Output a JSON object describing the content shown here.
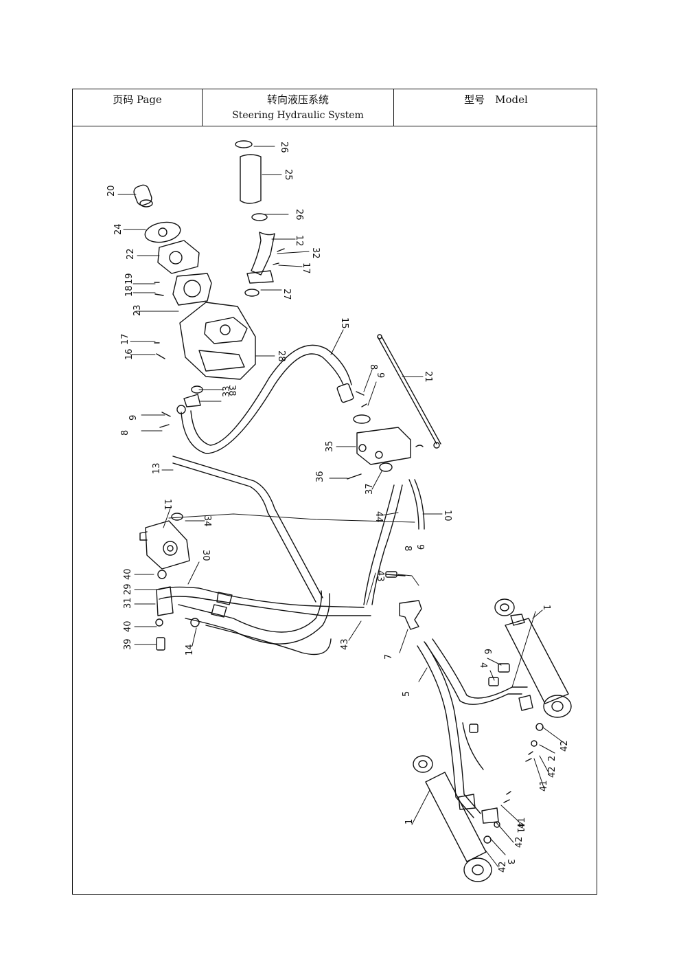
{
  "header": {
    "page_label": "页码 Page",
    "title_cn": "转向液压系统",
    "title_en": "Steering Hydraulic System",
    "model_label": "型号　Model"
  },
  "callouts": [
    "1",
    "1",
    "2",
    "3",
    "4",
    "5",
    "6",
    "7",
    "8",
    "8",
    "8",
    "9",
    "9",
    "9",
    "10",
    "11",
    "12",
    "13",
    "14",
    "15",
    "16",
    "17",
    "17",
    "18",
    "19",
    "20",
    "21",
    "22",
    "23",
    "24",
    "25",
    "26",
    "26",
    "27",
    "28",
    "29",
    "30",
    "31",
    "32",
    "33",
    "34",
    "35",
    "36",
    "37",
    "38",
    "39",
    "40",
    "40",
    "41",
    "41",
    "41",
    "42",
    "42",
    "42",
    "42",
    "43",
    "43",
    "44"
  ]
}
